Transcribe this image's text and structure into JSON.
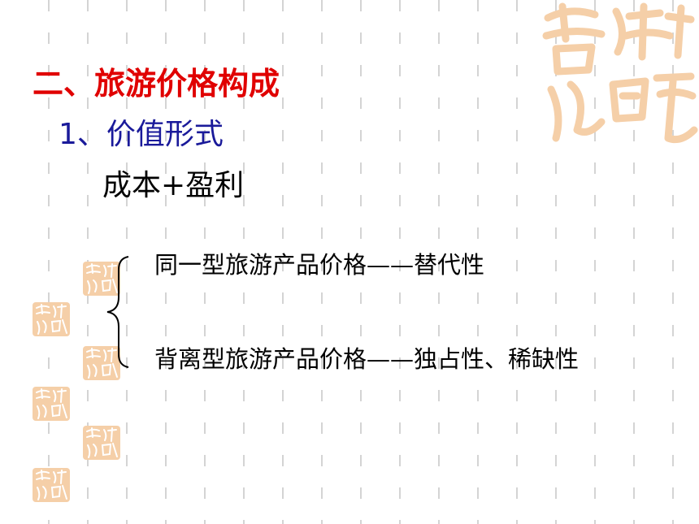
{
  "slide": {
    "heading": "二、旅游价格构成",
    "subheading": "1、价值形式",
    "formula": "成本+盈利",
    "items": [
      "同一型旅游产品价格——替代性",
      "背离型旅游产品价格——独占性、稀缺性"
    ]
  },
  "colors": {
    "heading": "#e00000",
    "subheading": "#1a1a9a",
    "seal": "#f5cfa8",
    "grid": "#d4d4d4"
  },
  "icons": {
    "seal_decoration": "seal-stamp-icon",
    "brace": "curly-brace-icon"
  }
}
